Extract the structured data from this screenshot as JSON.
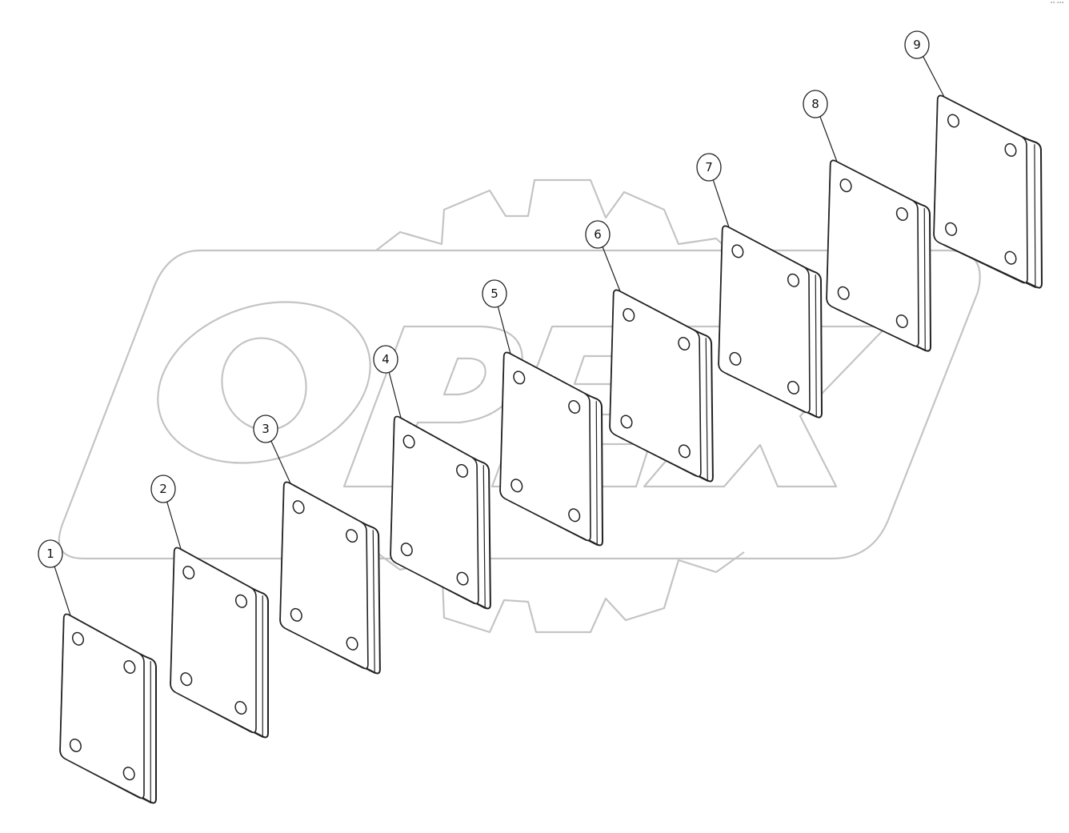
{
  "diagram": {
    "watermark_text": "OPEX",
    "corner_mark": "°° °°°",
    "line_color": "#222222",
    "watermark_color": "#c4c4c4",
    "parts": [
      {
        "label": "1"
      },
      {
        "label": "2"
      },
      {
        "label": "3"
      },
      {
        "label": "4"
      },
      {
        "label": "5"
      },
      {
        "label": "6"
      },
      {
        "label": "7"
      },
      {
        "label": "8"
      },
      {
        "label": "9"
      }
    ]
  }
}
